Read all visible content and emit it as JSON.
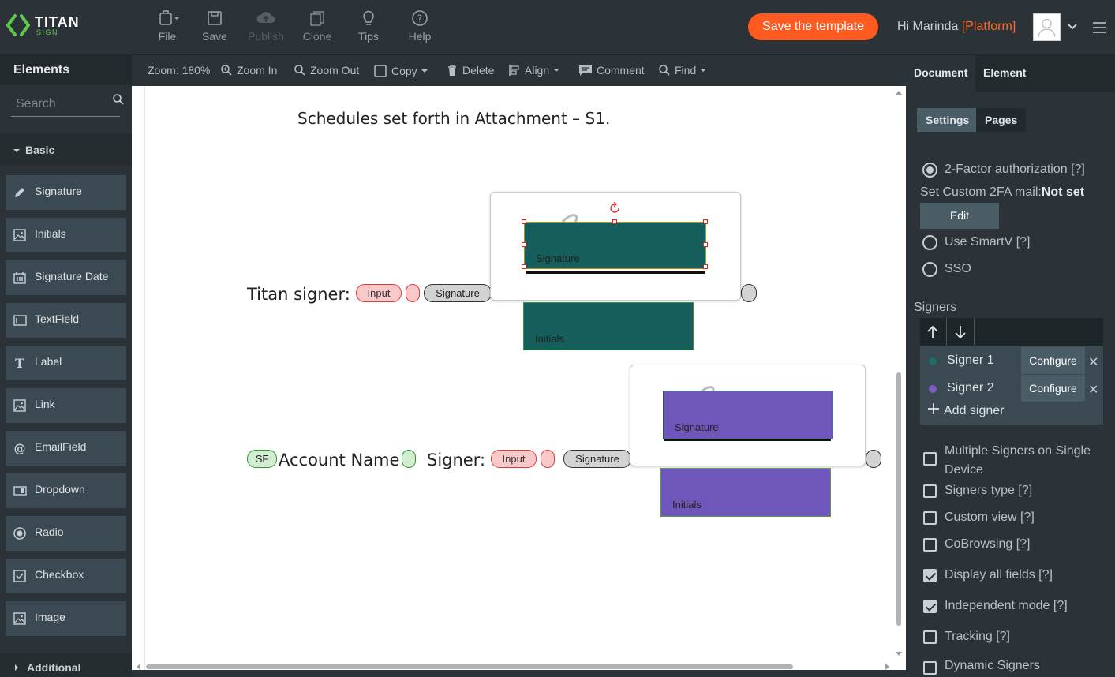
{
  "brand": {
    "title": "TITAN",
    "sub": "SIGN",
    "accent": "#5dc94a"
  },
  "toolbar": {
    "file": "File",
    "save": "Save",
    "publish": "Publish",
    "clone": "Clone",
    "tips": "Tips",
    "help": "Help",
    "save_template": "Save the template",
    "greeting": "Hi Marinda ",
    "platform": "[Platform]"
  },
  "left": {
    "title": "Elements",
    "search_placeholder": "Search",
    "basic": "Basic",
    "additional": "Additional",
    "items": [
      "Signature",
      "Initials",
      "Signature Date",
      "TextField",
      "Label",
      "Link",
      "EmailField",
      "Dropdown",
      "Radio",
      "Checkbox",
      "Image"
    ]
  },
  "subbar": {
    "zoom": "Zoom: 180%",
    "zoom_in": "Zoom In",
    "zoom_out": "Zoom Out",
    "copy": "Copy",
    "delete": "Delete",
    "align": "Align",
    "comment": "Comment",
    "find": "Find"
  },
  "doc": {
    "heading": "Schedules set forth in Attachment – S1.",
    "titan_signer": "Titan signer:",
    "input": "Input",
    "signature": "Signature",
    "initials": "Initials",
    "sf": "SF",
    "account_name": "Account Name",
    "signer": "Signer:"
  },
  "right": {
    "tab_document": "Document",
    "tab_element": "Element",
    "settings": "Settings",
    "pages": "Pages",
    "twofa": "2-Factor authorization [?]",
    "custom_2fa_label": "Set Custom 2FA mail:",
    "custom_2fa_value": "Not set",
    "edit": "Edit",
    "smartv": "Use SmartV [?]",
    "sso": "SSO",
    "signers_title": "Signers",
    "signers": [
      {
        "name": "Signer 1",
        "color": "#1e6e68"
      },
      {
        "name": "Signer 2",
        "color": "#7c5cc4"
      }
    ],
    "configure": "Configure",
    "add_signer": "Add signer",
    "options": [
      {
        "label": "Multiple Signers on Single",
        "label2": "Device",
        "checked": false
      },
      {
        "label": "Signers type [?]",
        "checked": false
      },
      {
        "label": "Custom view [?]",
        "checked": false
      },
      {
        "label": "CoBrowsing [?]",
        "checked": false
      },
      {
        "label": "Display all fields [?]",
        "checked": true
      },
      {
        "label": "Independent mode [?]",
        "checked": true
      },
      {
        "label": "Tracking [?]",
        "checked": false
      },
      {
        "label": "Dynamic Signers",
        "checked": false
      }
    ]
  }
}
